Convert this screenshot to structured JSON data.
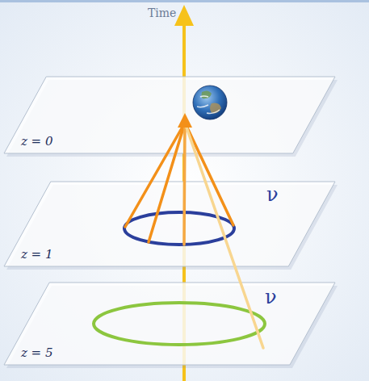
{
  "diagram": {
    "nodes": [
      {
        "text": [
          "z = 0"
        ]
      },
      {
        "text": [
          "z = 1"
        ]
      },
      {
        "text": [
          "z = 5"
        ]
      }
    ],
    "labels": [
      "Time",
      "ν",
      "ν"
    ]
  }
}
